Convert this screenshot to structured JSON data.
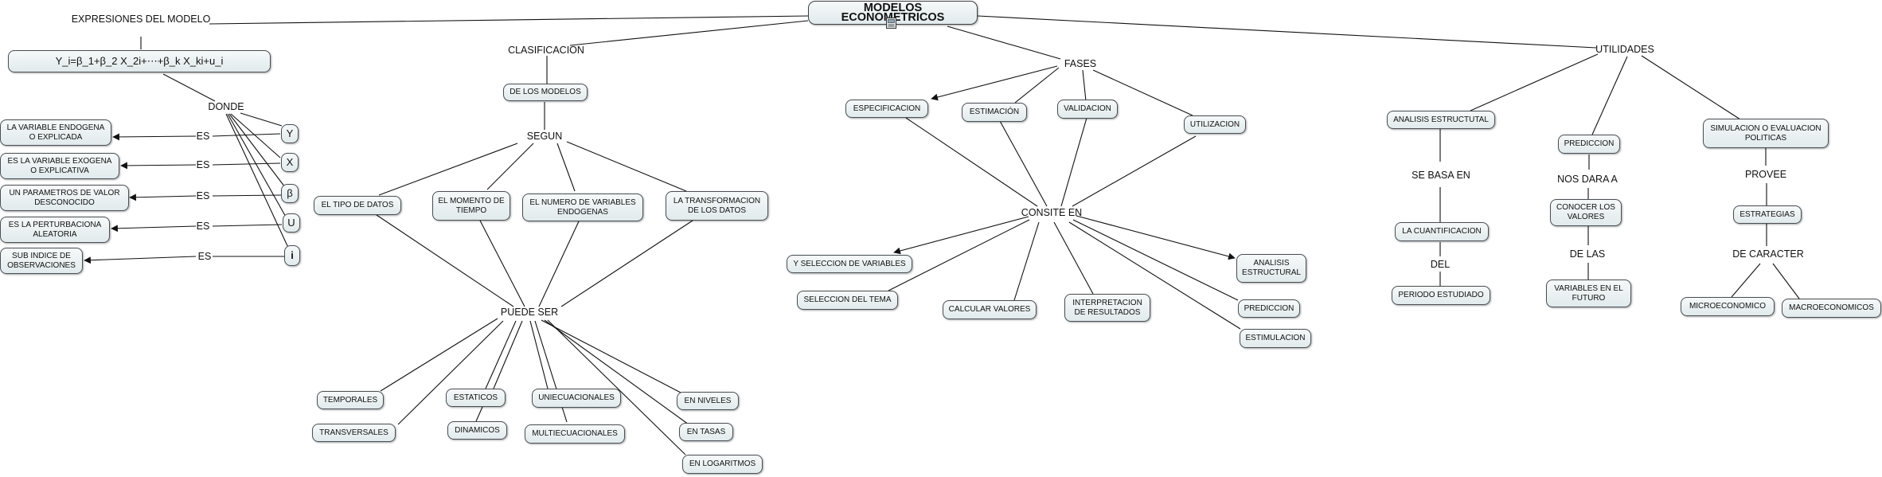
{
  "root": "MODELOS ECONOMETRICOS",
  "root_icon": "document-icon",
  "labels": {
    "expresiones": "EXPRESIONES DEL MODELO",
    "clasificacion": "CLASIFICACION",
    "fases": "FASES",
    "utilidades": "UTILIDADES",
    "donde": "DONDE",
    "es1": "ES",
    "es2": "ES",
    "es3": "ES",
    "es4": "ES",
    "es5": "ES",
    "segun": "SEGUN",
    "puede_ser": "PUEDE SER",
    "consite_en": "CONSITE EN",
    "se_basa_en": "SE BASA EN",
    "del": "DEL",
    "nos_dara_a": "NOS DARA A",
    "de_las": "DE LAS",
    "provee": "PROVEE",
    "de_caracter": "DE CARACTER"
  },
  "nodes": {
    "formula": "Y_i=β_1+β_2 X_2i+⋯+β_k X_ki+u_i",
    "y": "Y",
    "x": "X",
    "beta": "β",
    "u": "U",
    "i": "i",
    "endogena": "LA VARIABLE ENDOGENA\nO EXPLICADA",
    "exogena": "ES LA VARIABLE EXOGENA\nO EXPLICATIVA",
    "parametros": "UN PARAMETROS DE VALOR\nDESCONOCIDO",
    "perturbacion": "ES LA PERTURBACIONA\nALEATORIA",
    "subindice": "SUB INDICE DE\nOBSERVACIONES",
    "de_los_modelos": "DE LOS MODELOS",
    "tipo_datos": "EL TIPO DE DATOS",
    "momento": "EL MOMENTO DE\nTIEMPO",
    "numero_var": "EL NUMERO DE VARIABLES\nENDOGENAS",
    "transformacion": "LA TRANSFORMACION\nDE LOS DATOS",
    "temporales": "TEMPORALES",
    "transversales": "TRANSVERSALES",
    "estaticos": "ESTATICOS",
    "dinamicos": "DINAMICOS",
    "uniecuacionales": "UNIECUACIONALES",
    "multiecuacionales": "MULTIECUACIONALES",
    "en_niveles": "EN NIVELES",
    "en_tasas": "EN TASAS",
    "en_logaritmos": "EN LOGARITMOS",
    "especificacion": "ESPECIFICACION",
    "estimacion": "ESTIMACIÓN",
    "validacion": "VALIDACION",
    "utilizacion": "UTILIZACION",
    "y_seleccion": "Y SELECCION DE VARIABLES",
    "seleccion_tema": "SELECCION DEL TEMA",
    "calcular": "CALCULAR VALORES",
    "interpretacion": "INTERPRETACION\nDE RESULTADOS",
    "analisis_estructural_f": "ANALISIS\nESTRUCTURAL",
    "prediccion_f": "PREDICCION",
    "estimulacion": "ESTIMULACION",
    "analisis_estructutal": "ANALISIS ESTRUCTUTAL",
    "cuantificacion": "LA CUANTIFICACION",
    "periodo": "PERIODO ESTUDIADO",
    "prediccion_u": "PREDICCION",
    "conocer": "CONOCER LOS\nVALORES",
    "variables_futuro": "VARIABLES EN EL\nFUTURO",
    "simulacion": "SIMULACION O EVALUACION\nPOLITICAS",
    "estrategias": "ESTRATEGIAS",
    "microeconomico": "MICROECONOMICO",
    "macroeconomicos": "MACROECONOMICOS"
  }
}
